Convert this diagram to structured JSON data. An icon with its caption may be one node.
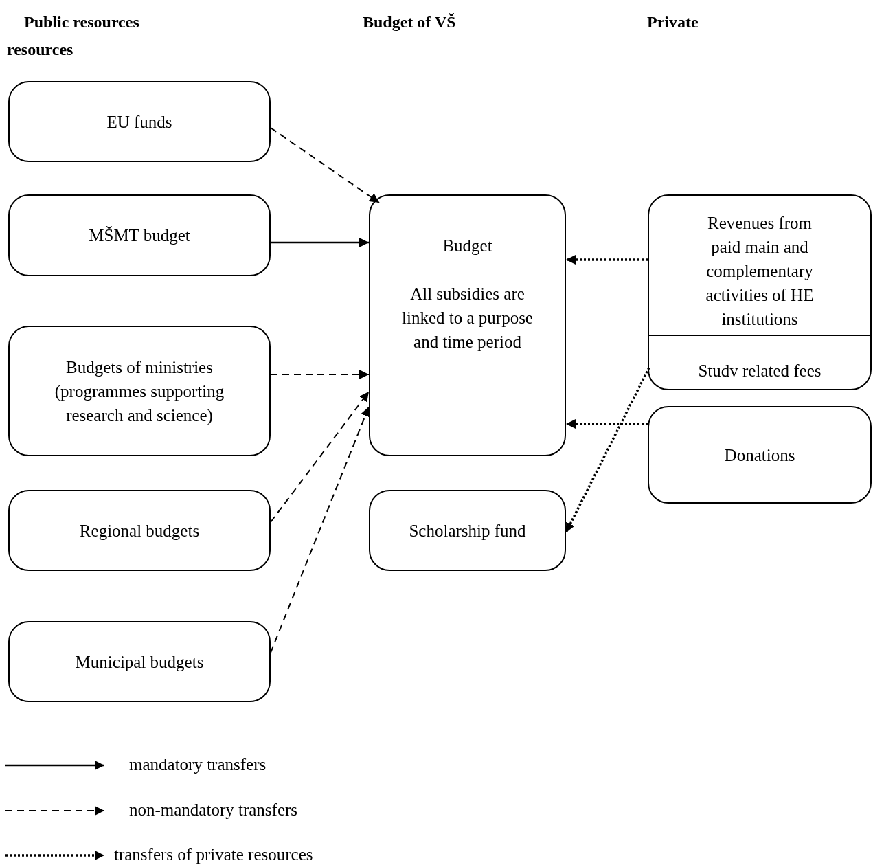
{
  "diagram": {
    "nodes": [
      {
        "text": [
          "EU funds"
        ]
      },
      {
        "text": [
          "MŠMT budget"
        ]
      },
      {
        "text": [
          "Budgets of ministries (programmes supporting research and science)"
        ]
      },
      {
        "text": [
          "Regional budgets"
        ]
      },
      {
        "text": [
          "Municipal budgets"
        ]
      },
      {
        "text": [
          "Budget",
          "All subsidies are linked to a purpose and time period"
        ]
      },
      {
        "text": [
          "Scholarship fund"
        ]
      },
      {
        "text": [
          "Revenues from paid main and complementary activities of HE institutions",
          "Studv related fees"
        ]
      },
      {
        "text": [
          "Donations"
        ]
      }
    ],
    "edges": [
      {
        "from": 0,
        "to": 5,
        "arrow": "to",
        "style": "dashed"
      },
      {
        "from": 1,
        "to": 5,
        "arrow": "to"
      },
      {
        "from": 2,
        "to": 5,
        "arrow": "to",
        "style": "dashed"
      },
      {
        "from": 3,
        "to": 5,
        "arrow": "to",
        "style": "dashed"
      },
      {
        "from": 4,
        "to": 5,
        "arrow": "to",
        "style": "dashed"
      },
      {
        "from": 7,
        "to": 5,
        "arrow": "to",
        "style": "dashed"
      },
      {
        "from": 8,
        "to": 5,
        "arrow": "to",
        "style": "dashed"
      },
      {
        "from": 7,
        "to": 6,
        "arrow": "to",
        "style": "dashed"
      }
    ],
    "labels": [
      "Public resources resources",
      "Budget of VŠ",
      "Private"
    ],
    "legend": [
      {
        "text": "mandatory transfers"
      },
      {
        "text": "non-mandatory transfers"
      },
      {
        "text": "transfers of private resources"
      }
    ]
  }
}
